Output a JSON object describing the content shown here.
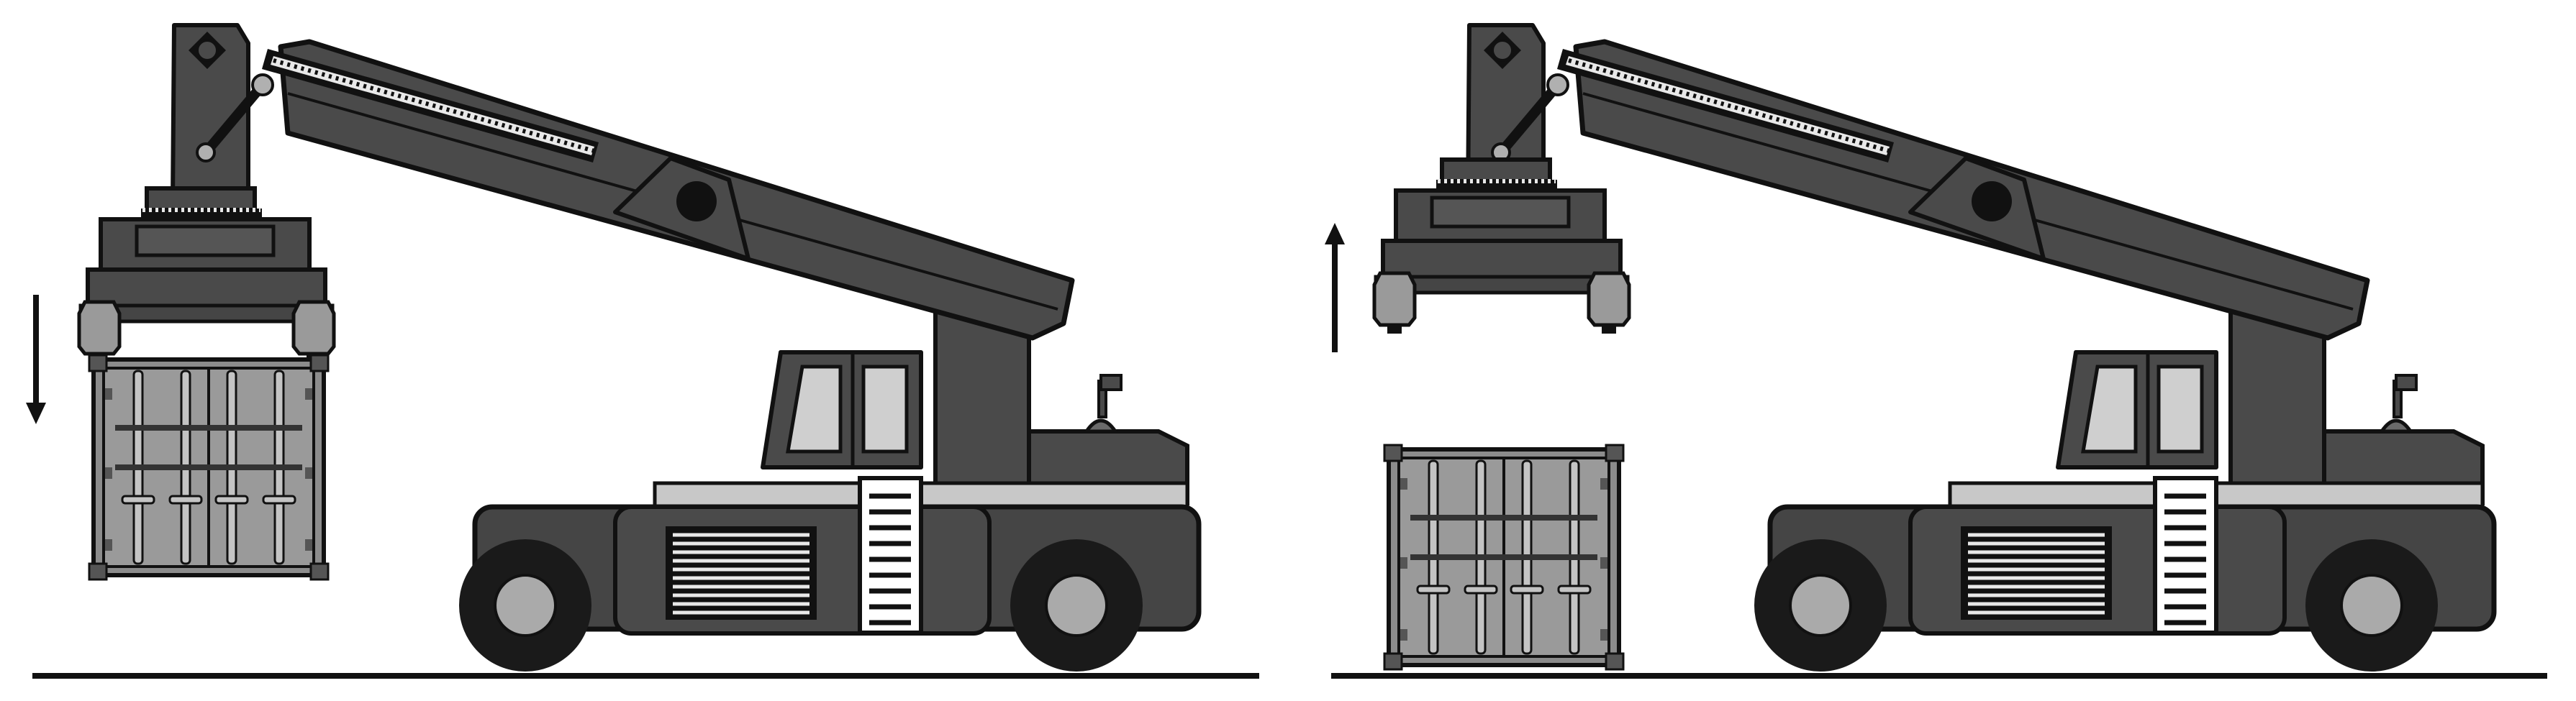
{
  "panels": [
    {
      "id": "left",
      "scene": "lowering-container",
      "arrow_direction": "down",
      "container_attached": true
    },
    {
      "id": "right",
      "scene": "spreader-raised",
      "arrow_direction": "up",
      "container_attached": false
    }
  ],
  "colors": {
    "outline": "#111111",
    "body_dark": "#454545",
    "body_mid": "#5b5b5b",
    "boom": "#4a4a4a",
    "window": "#cfcfcf",
    "container": "#8c8c8c",
    "container_light": "#b5b5b5",
    "tire": "#1a1a1a",
    "hub": "#aaaaaa",
    "stripe": "#c8c8c8",
    "ground": "#111111"
  }
}
